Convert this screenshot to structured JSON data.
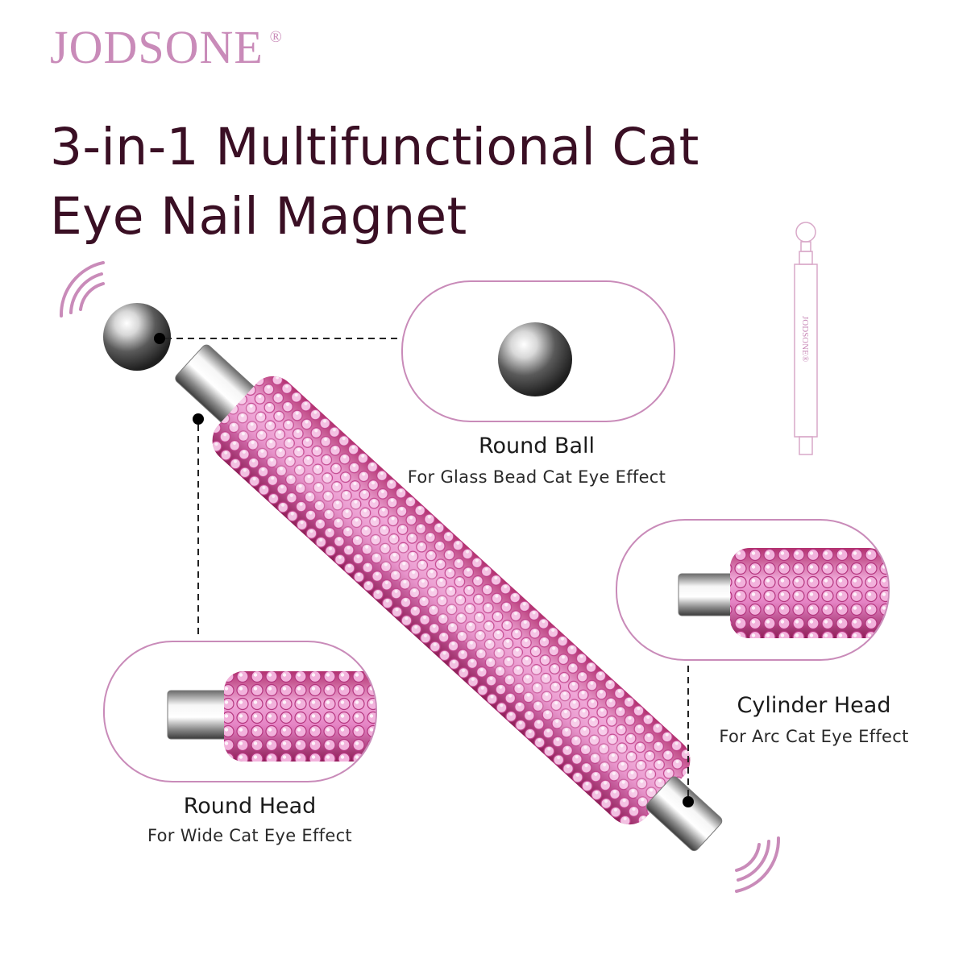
{
  "brand": {
    "name": "JODSONE",
    "registered": "®"
  },
  "title": {
    "line1": "3-in-1 Multifunctional Cat",
    "line2": "Eye Nail Magnet"
  },
  "features": [
    {
      "name": "Round Ball",
      "description": "For Glass Bead Cat Eye Effect"
    },
    {
      "name": "Cylinder Head",
      "description": "For Arc Cat Eye Effect"
    },
    {
      "name": "Round Head",
      "description": "For Wide Cat Eye Effect"
    }
  ],
  "diagram": {
    "brand_text": "JODSONE®"
  },
  "colors": {
    "brand_pink": "#c98bb9",
    "title_dark": "#3a0f24",
    "rhinestone_pink": "#e58cc8"
  }
}
